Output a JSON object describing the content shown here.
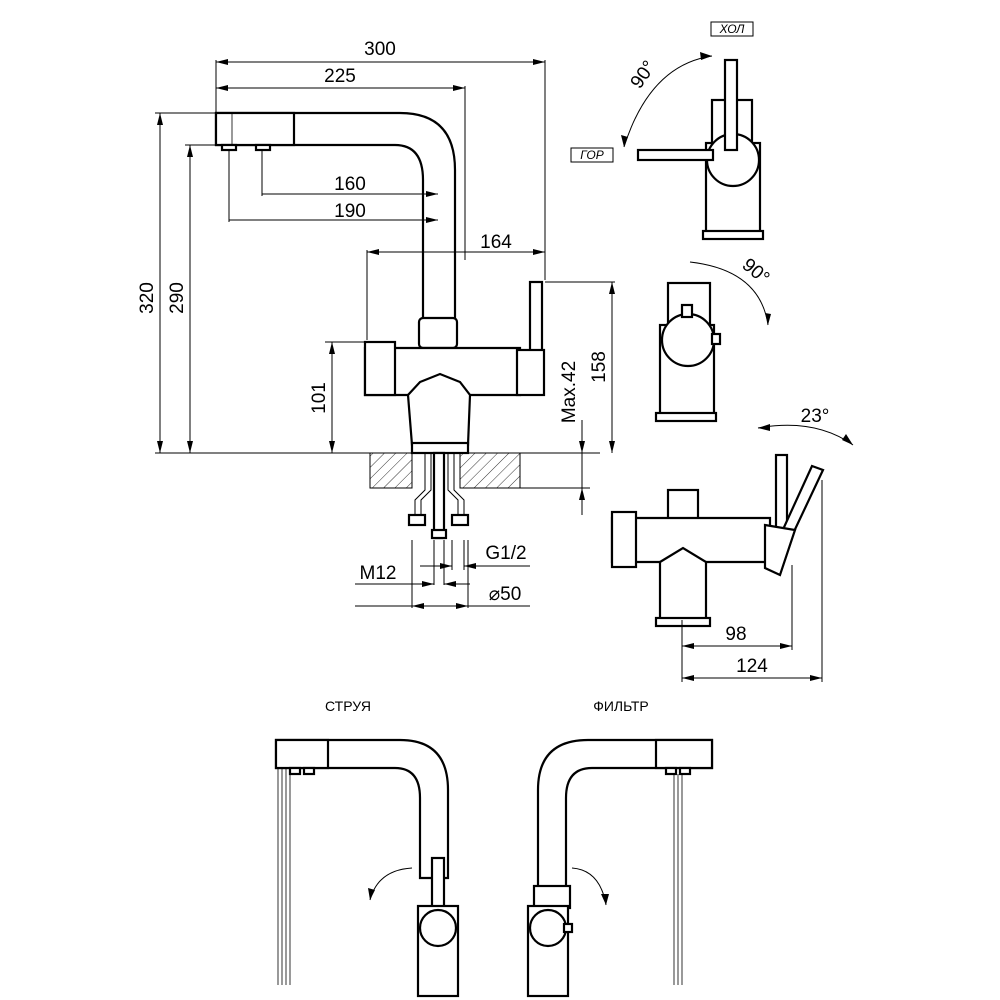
{
  "dimensions": {
    "d300": "300",
    "d225": "225",
    "d160": "160",
    "d190": "190",
    "d164": "164",
    "d320": "320",
    "d290": "290",
    "d101": "101",
    "d158": "158",
    "max42": "Max.42",
    "m12": "M12",
    "g12": "G1/2",
    "dia50": "⌀50",
    "d98": "98",
    "d124": "124"
  },
  "angles": {
    "a90_top": "90°",
    "a90_mid": "90°",
    "a23": "23°"
  },
  "handle_labels": {
    "cold": "ХОЛ",
    "hot": "ГОР"
  },
  "mode_labels": {
    "jet": "СТРУЯ",
    "filter": "ФИЛЬТР"
  }
}
